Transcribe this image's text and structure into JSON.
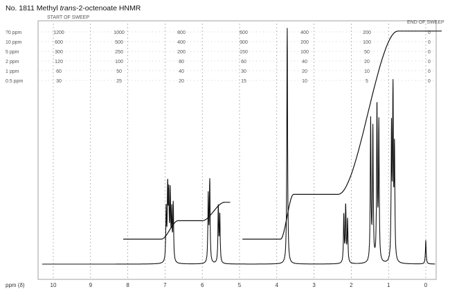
{
  "title": {
    "prefix": "No. 1811 Methyl",
    "italic": "trans",
    "suffix": "-2-octenoate HNMR"
  },
  "header": {
    "start": "START OF SWEEP",
    "end": "END OF SWEEP"
  },
  "colors": {
    "ink": "#111111",
    "grid": "#8a8a8a",
    "paper": "#ffffff"
  },
  "scale_rows": [
    {
      "label": "?0 ppm",
      "values": [
        "1200",
        "1000",
        "800",
        "600",
        "400",
        "200",
        "0"
      ]
    },
    {
      "label": "10 ppm",
      "values": [
        "600",
        "500",
        "400",
        "300",
        "200",
        "100",
        "0"
      ]
    },
    {
      "label": "5 ppm",
      "values": [
        "300",
        "250",
        "200",
        "150",
        "100",
        "50",
        "0"
      ]
    },
    {
      "label": "2 ppm",
      "values": [
        "120",
        "100",
        "80",
        "60",
        "40",
        "20",
        "0"
      ]
    },
    {
      "label": "1 ppm",
      "values": [
        "60",
        "50",
        "40",
        "30",
        "20",
        "10",
        "0"
      ]
    },
    {
      "label": "0.5 ppm",
      "values": [
        "30",
        "25",
        "20",
        "15",
        "10",
        "5",
        "0"
      ]
    }
  ],
  "chart_data": {
    "type": "line",
    "title": "No. 1811 Methyl trans-2-octenoate HNMR",
    "xlabel": "ppm (δ)",
    "xlim": [
      10.5,
      -0.3
    ],
    "x_ticks": [
      "10",
      "9",
      "8",
      "7",
      "6",
      "5",
      "4",
      "3",
      "2",
      "1",
      "0"
    ],
    "grid": true,
    "series": [
      {
        "kind": "spectrum",
        "peaks": [
          {
            "ppm": 6.97,
            "height": 0.22
          },
          {
            "ppm": 6.93,
            "height": 0.3
          },
          {
            "ppm": 6.9,
            "height": 0.26
          },
          {
            "ppm": 6.86,
            "height": 0.28
          },
          {
            "ppm": 6.82,
            "height": 0.2
          },
          {
            "ppm": 6.78,
            "height": 0.24
          },
          {
            "ppm": 5.84,
            "height": 0.28
          },
          {
            "ppm": 5.8,
            "height": 0.34
          },
          {
            "ppm": 5.57,
            "height": 0.24
          },
          {
            "ppm": 5.53,
            "height": 0.2
          },
          {
            "ppm": 3.72,
            "height": 1.0
          },
          {
            "ppm": 2.2,
            "height": 0.2
          },
          {
            "ppm": 2.15,
            "height": 0.24
          },
          {
            "ppm": 2.1,
            "height": 0.18
          },
          {
            "ppm": 1.48,
            "height": 0.6
          },
          {
            "ppm": 1.42,
            "height": 0.56
          },
          {
            "ppm": 1.31,
            "height": 0.66
          },
          {
            "ppm": 1.26,
            "height": 0.58
          },
          {
            "ppm": 0.92,
            "height": 0.55
          },
          {
            "ppm": 0.88,
            "height": 0.7
          },
          {
            "ppm": 0.84,
            "height": 0.46
          },
          {
            "ppm": 0.0,
            "height": 0.1
          }
        ]
      },
      {
        "kind": "integral",
        "segments": [
          {
            "from_ppm": 7.1,
            "to_ppm": 6.65,
            "start": 0.0,
            "rise": 0.07
          },
          {
            "from_ppm": 6.0,
            "to_ppm": 5.4,
            "start": 0.07,
            "rise": 0.07
          },
          {
            "from_ppm": 3.9,
            "to_ppm": 3.55,
            "start": 0.0,
            "rise": 0.17
          },
          {
            "from_ppm": 2.35,
            "to_ppm": 0.75,
            "start": 0.17,
            "rise": 0.62
          }
        ]
      }
    ]
  }
}
